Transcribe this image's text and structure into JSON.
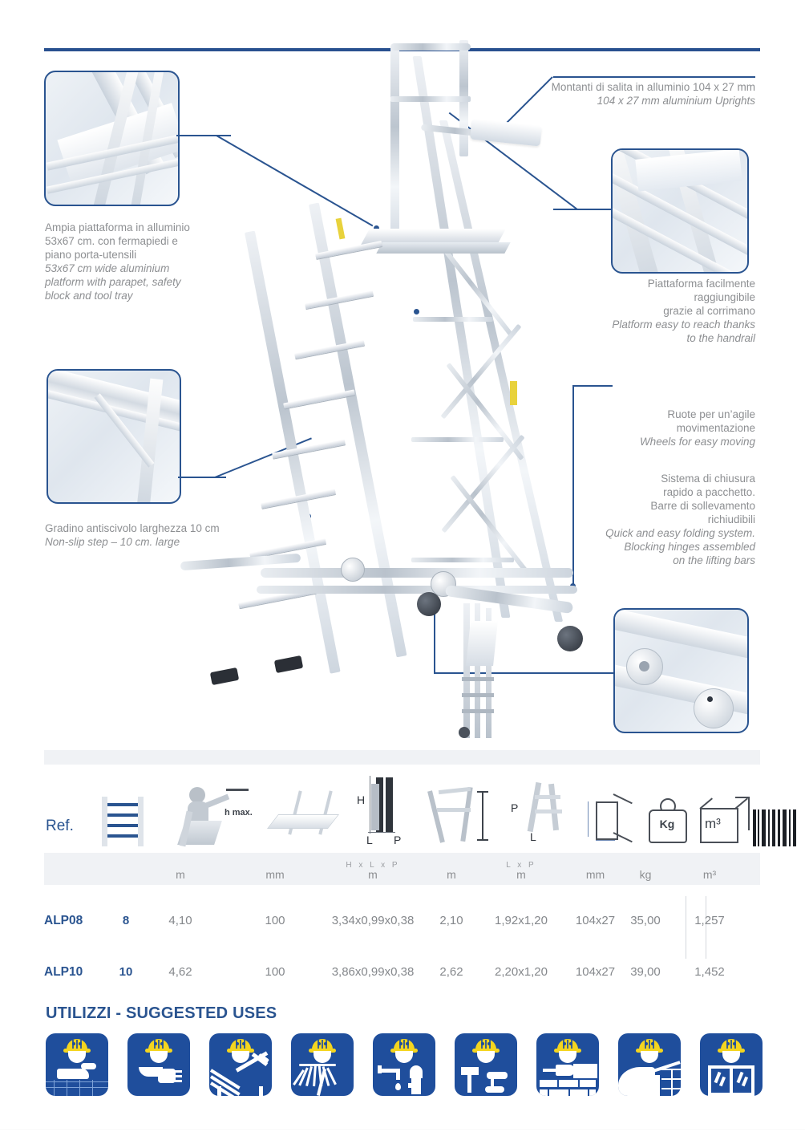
{
  "document": {
    "type": "product-catalog-page",
    "accent_color": "#2a5490",
    "text_color": "#8d8f92",
    "icon_blue": "#1f4e9c",
    "helmet_yellow": "#f4d51f"
  },
  "annotations": [
    {
      "id": "platform",
      "position": "top-left",
      "italian": [
        "Ampia piattaforma in alluminio",
        "53x67 cm. con fermapiedi e",
        "piano porta-utensili"
      ],
      "english": [
        "53x67 cm wide aluminium",
        "platform with parapet, safety",
        "block and tool tray"
      ]
    },
    {
      "id": "uprights",
      "position": "top-right",
      "italian": [
        "Montanti di salita in alluminio 104 x 27 mm"
      ],
      "english": [
        "104 x 27 mm aluminium Uprights"
      ]
    },
    {
      "id": "handrail",
      "position": "right-upper",
      "italian": [
        "Piattaforma facilmente",
        "raggiungibile",
        "grazie al corrimano"
      ],
      "english": [
        "Platform easy to reach thanks",
        "to the handrail"
      ]
    },
    {
      "id": "wheels",
      "position": "right-middle",
      "italian": [
        "Ruote per un’agile",
        "movimentazione"
      ],
      "english": [
        "Wheels for easy moving"
      ]
    },
    {
      "id": "folding",
      "position": "right-lower",
      "italian": [
        "Sistema di chiusura",
        "rapido a pacchetto.",
        "Barre di sollevamento",
        "richiudibili"
      ],
      "english": [
        "Quick and easy folding system.",
        "Blocking hinges assembled",
        "on the lifting bars"
      ]
    },
    {
      "id": "step",
      "position": "bottom-left",
      "italian": [
        "Gradino antiscivolo larghezza 10 cm"
      ],
      "english": [
        "Non-slip step – 10 cm. large"
      ]
    }
  ],
  "photo_insets": [
    {
      "id": "platform-photo",
      "name": "aluminium-platform-closeup"
    },
    {
      "id": "handrail-photo",
      "name": "handrail-closeup"
    },
    {
      "id": "step-photo",
      "name": "non-slip-step-closeup"
    },
    {
      "id": "wheel-photo",
      "name": "wheel-and-hinge-closeup"
    }
  ],
  "spec_table": {
    "ref_label": "Ref.",
    "header_icons": [
      {
        "name": "steps-count-icon",
        "meaning": "number of steps"
      },
      {
        "name": "working-height-icon",
        "label": "h max.",
        "meaning": "max working height"
      },
      {
        "name": "step-width-icon",
        "meaning": "step width"
      },
      {
        "name": "closed-dimensions-icon",
        "labels": [
          "H",
          "L",
          "P"
        ],
        "meaning": "closed dimensions"
      },
      {
        "name": "platform-height-icon",
        "meaning": "platform height"
      },
      {
        "name": "base-dimensions-icon",
        "labels": [
          "P",
          "L"
        ],
        "meaning": "base footprint"
      },
      {
        "name": "upright-profile-icon",
        "meaning": "upright section"
      },
      {
        "name": "weight-icon",
        "label": "Kg",
        "meaning": "weight"
      },
      {
        "name": "volume-icon",
        "label": "m³",
        "meaning": "packed volume"
      },
      {
        "name": "barcode-icon",
        "meaning": "barcode"
      }
    ],
    "units": [
      {
        "sup": "",
        "unit": ""
      },
      {
        "sup": "",
        "unit": ""
      },
      {
        "sup": "",
        "unit": "m"
      },
      {
        "sup": "",
        "unit": "mm"
      },
      {
        "sup": "H x L x P",
        "unit": "m"
      },
      {
        "sup": "",
        "unit": "m"
      },
      {
        "sup": "L x P",
        "unit": "m"
      },
      {
        "sup": "",
        "unit": "mm"
      },
      {
        "sup": "",
        "unit": "kg"
      },
      {
        "sup": "",
        "unit": "m³"
      }
    ],
    "rows": [
      {
        "ref": "ALP08",
        "steps": "8",
        "working_height": "4,10",
        "step_width": "100",
        "closed_dimensions": "3,34x0,99x0,38",
        "platform_height": "2,10",
        "base_dimensions": "1,92x1,20",
        "upright_profile": "104x27",
        "weight": "35,00",
        "volume": "1,257"
      },
      {
        "ref": "ALP10",
        "steps": "10",
        "working_height": "4,62",
        "step_width": "100",
        "closed_dimensions": "3,86x0,99x0,38",
        "platform_height": "2,62",
        "base_dimensions": "2,20x1,20",
        "upright_profile": "104x27",
        "weight": "39,00",
        "volume": "1,452"
      }
    ]
  },
  "uses": {
    "title": "UTILIZZI - SUGGESTED USES",
    "items": [
      {
        "name": "use-icon-industry",
        "meaning": "industry / warehouse"
      },
      {
        "name": "use-icon-electrician",
        "meaning": "electrical work"
      },
      {
        "name": "use-icon-carpentry",
        "meaning": "roofing / carpentry"
      },
      {
        "name": "use-icon-gardening",
        "meaning": "gardening"
      },
      {
        "name": "use-icon-plumbing",
        "meaning": "plumbing"
      },
      {
        "name": "use-icon-painting",
        "meaning": "painting / decorating"
      },
      {
        "name": "use-icon-masonry",
        "meaning": "masonry / bricklaying"
      },
      {
        "name": "use-icon-plastering",
        "meaning": "plastering"
      },
      {
        "name": "use-icon-glazing",
        "meaning": "windows / glazing"
      }
    ]
  }
}
